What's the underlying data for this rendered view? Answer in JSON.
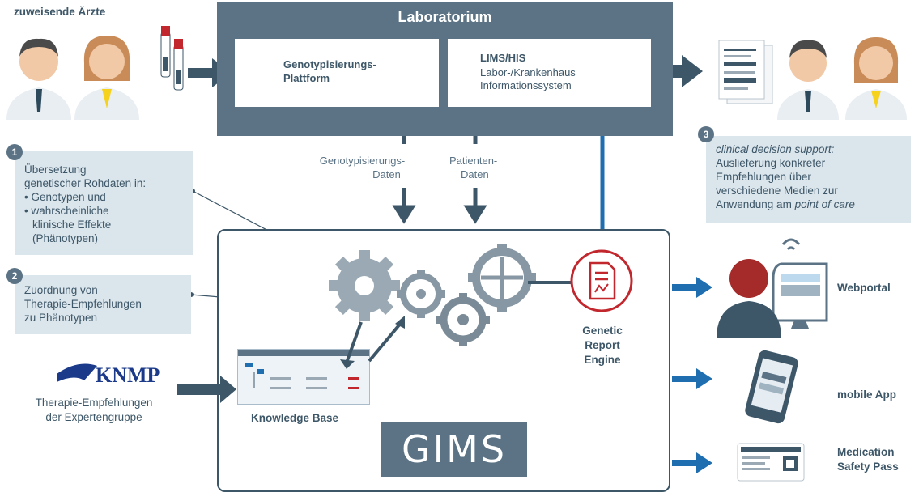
{
  "referring_doctors_label": "zuweisende Ärzte",
  "lab": {
    "title": "Laboratorium",
    "genotyping_platform": [
      "Genotypisierungs-",
      "Plattform"
    ],
    "lims_title": "LIMS/HIS",
    "lims_sub": [
      "Labor-/Krankenhaus",
      "Informationssystem"
    ]
  },
  "flows": {
    "genotyping_data": [
      "Genotypisierungs-",
      "Daten"
    ],
    "patient_data": [
      "Patienten-",
      "Daten"
    ]
  },
  "note1": {
    "number": "1",
    "lines": [
      "Übersetzung",
      "genetischer Rohdaten in:",
      "• Genotypen und",
      "• wahrscheinliche",
      "  klinische Effekte",
      "  (Phänotypen)"
    ]
  },
  "note2": {
    "number": "2",
    "lines": [
      "Zuordnung von",
      "Therapie-Empfehlungen",
      "zu Phänotypen"
    ]
  },
  "note3": {
    "number": "3",
    "lines": [
      "clinical decision support:",
      "Auslieferung konkreter",
      "Empfehlungen über",
      "verschiedene Medien zur",
      "Anwendung am point of care"
    ]
  },
  "knmp": {
    "logo_text": "KNMP",
    "caption": [
      "Therapie-Empfehlungen",
      "der Expertengruppe"
    ]
  },
  "knowledge_base_label": "Knowledge Base",
  "report_engine_label": [
    "Genetic",
    "Report",
    "Engine"
  ],
  "gims_logo": "GIMS",
  "outputs": {
    "webportal": "Webportal",
    "mobile_app": "mobile App",
    "safety_pass": [
      "Medication",
      "Safety Pass"
    ]
  },
  "colors": {
    "slate": "#5b7385",
    "dark": "#3d5768",
    "light_panel": "#dbe5ec",
    "arrow_blue": "#1f6eb0",
    "gear": "#9aa9b4",
    "red": "#c1272d"
  }
}
